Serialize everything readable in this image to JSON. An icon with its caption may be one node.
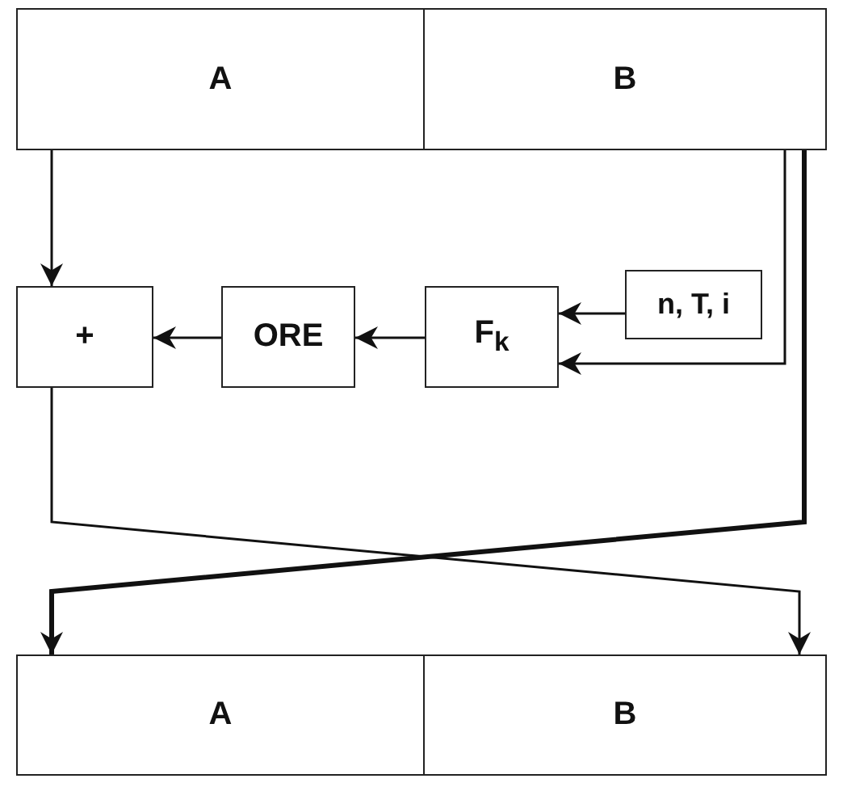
{
  "diagram": {
    "nodes": [
      {
        "text": [
          "A"
        ]
      },
      {
        "text": [
          "B"
        ]
      },
      {
        "text": [
          "+"
        ]
      },
      {
        "text": [
          "ORE"
        ]
      },
      {
        "text": [
          "F$_{k}$"
        ]
      },
      {
        "text": [
          "n, T, i"
        ]
      },
      {
        "text": [
          "A"
        ]
      },
      {
        "text": [
          "B"
        ]
      }
    ],
    "edges": [
      {
        "from": 0,
        "to": 2,
        "arrow": "to"
      },
      {
        "from": 1,
        "to": 4,
        "arrow": "to"
      },
      {
        "from": 5,
        "to": 4,
        "arrow": "to"
      },
      {
        "from": 4,
        "to": 3,
        "arrow": "to"
      },
      {
        "from": 3,
        "to": 2,
        "arrow": "to"
      },
      {
        "from": 2,
        "to": 7,
        "arrow": "to"
      },
      {
        "from": 1,
        "to": 6,
        "arrow": "to",
        "style": "thick"
      }
    ]
  }
}
